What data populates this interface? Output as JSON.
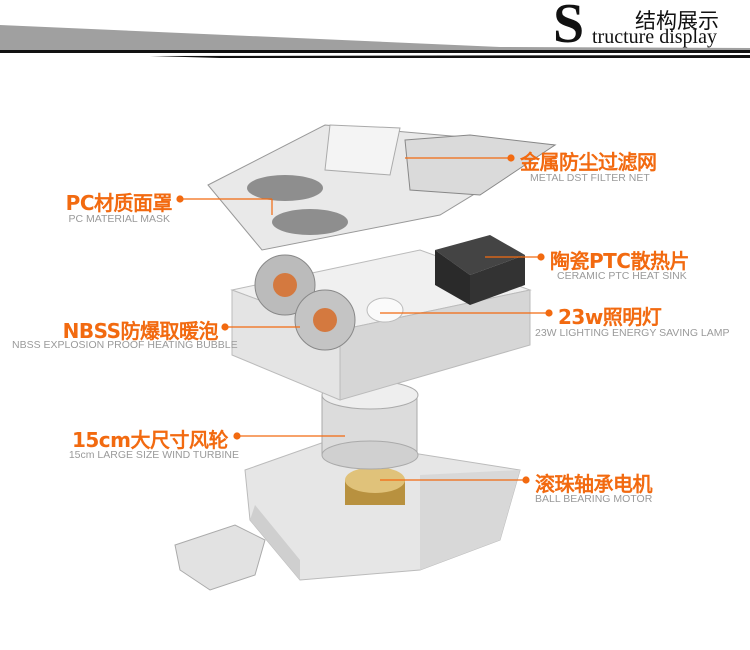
{
  "header": {
    "big_letter": "S",
    "title_cn": "结构展示",
    "title_en": "tructure display"
  },
  "labels": {
    "filter": {
      "cn": "金属防尘过滤网",
      "en": "METAL DST FILTER NET"
    },
    "mask": {
      "cn": "PC材质面罩",
      "en": "PC MATERIAL MASK"
    },
    "ptc": {
      "cn": "陶瓷PTC散热片",
      "en": "CERAMIC PTC HEAT SINK"
    },
    "lamp": {
      "cn": "23w照明灯",
      "en": "23W LIGHTING ENERGY SAVING LAMP"
    },
    "bulb": {
      "cn": "NBSS防爆取暖泡",
      "en": "NBSS EXPLOSION PROOF HEATING BUBBLE"
    },
    "fan": {
      "cn": "15cm大尺寸风轮",
      "en": "15cm LARGE SIZE WIND TURBINE"
    },
    "motor": {
      "cn": "滚珠轴承电机",
      "en": "BALL BEARING MOTOR"
    }
  },
  "colors": {
    "accent": "#f26a10",
    "header_band": "#a0a0a0"
  }
}
